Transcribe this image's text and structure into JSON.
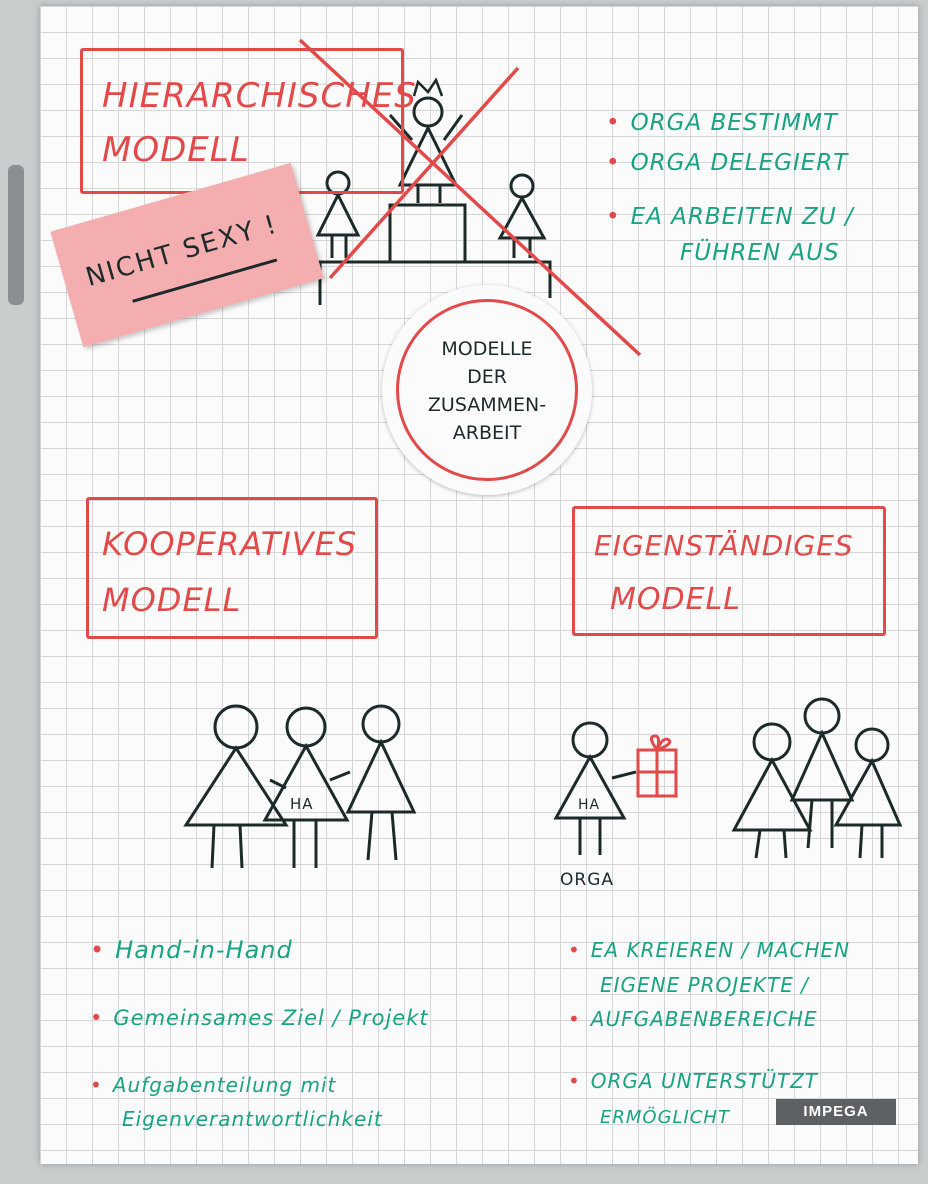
{
  "top_box": {
    "line1": "HIERARCHISCHES",
    "line2": "MODELL"
  },
  "postit": {
    "text": "NICHT SEXY !"
  },
  "top_bullets": [
    "ORGA BESTIMMT",
    "ORGA DELEGIERT",
    "EA ARBEITEN ZU /",
    "FÜHREN AUS"
  ],
  "center_circle": {
    "line1": "MODELLE",
    "line2": "DER",
    "line3": "ZUSAMMEN-",
    "line4": "ARBEIT"
  },
  "left_box": {
    "line1": "KOOPERATIVES",
    "line2": "MODELL"
  },
  "right_box": {
    "line1": "EIGENSTÄNDIGES",
    "line2": "MODELL"
  },
  "figure_labels": {
    "ha_left": "HA",
    "ha_right": "HA",
    "orga": "ORGA"
  },
  "left_bullets": [
    "Hand-in-Hand",
    "Gemeinsames Ziel / Projekt",
    "Aufgabenteilung mit",
    "Eigenverantwortlichkeit"
  ],
  "right_bullets": [
    "EA KREIEREN / MACHEN",
    "EIGENE PROJEKTE /",
    "AUFGABENBEREICHE",
    "ORGA UNTERSTÜTZT",
    "ERMÖGLICHT"
  ],
  "logo": {
    "text": "IMPEGA"
  },
  "colors": {
    "red_marker": "#e24a4a",
    "green_marker": "#1aa383",
    "black_marker": "#1c2a2a",
    "postit": "#f4aeb0"
  }
}
